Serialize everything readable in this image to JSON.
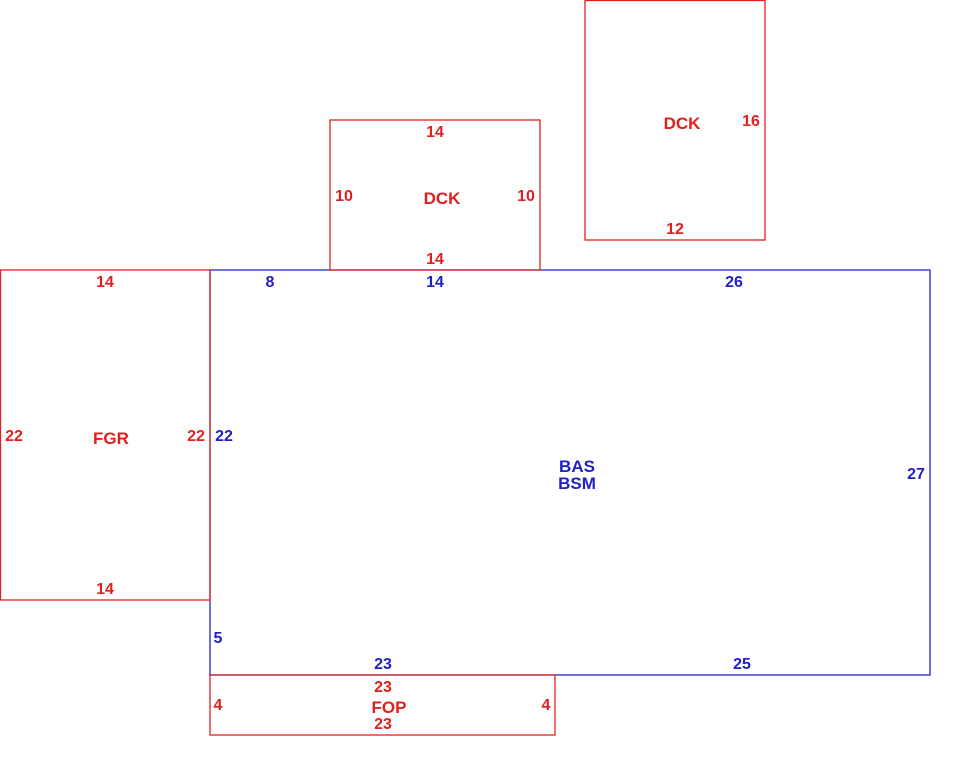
{
  "colors": {
    "main_area": "#1f1fc8",
    "sub_area": "#e0201e",
    "background": "#ffffff"
  },
  "areas": {
    "bas": {
      "codes": [
        "BAS",
        "BSM"
      ],
      "dims": {
        "top_a": "8",
        "top_b": "14",
        "top_c": "26",
        "left": "22",
        "right": "27",
        "left_lower": "5",
        "bottom_a": "23",
        "bottom_b": "25"
      }
    },
    "fgr": {
      "code": "FGR",
      "dims": {
        "top": "14",
        "bottom": "14",
        "left": "22",
        "right": "22"
      }
    },
    "dck_small": {
      "code": "DCK",
      "dims": {
        "top": "14",
        "bottom": "14",
        "left": "10",
        "right": "10"
      }
    },
    "dck_tall": {
      "code": "DCK",
      "dims": {
        "right": "16",
        "bottom": "12"
      }
    },
    "fop": {
      "code": "FOP",
      "dims": {
        "top": "23",
        "bottom": "23",
        "left": "4",
        "right": "4"
      }
    }
  }
}
